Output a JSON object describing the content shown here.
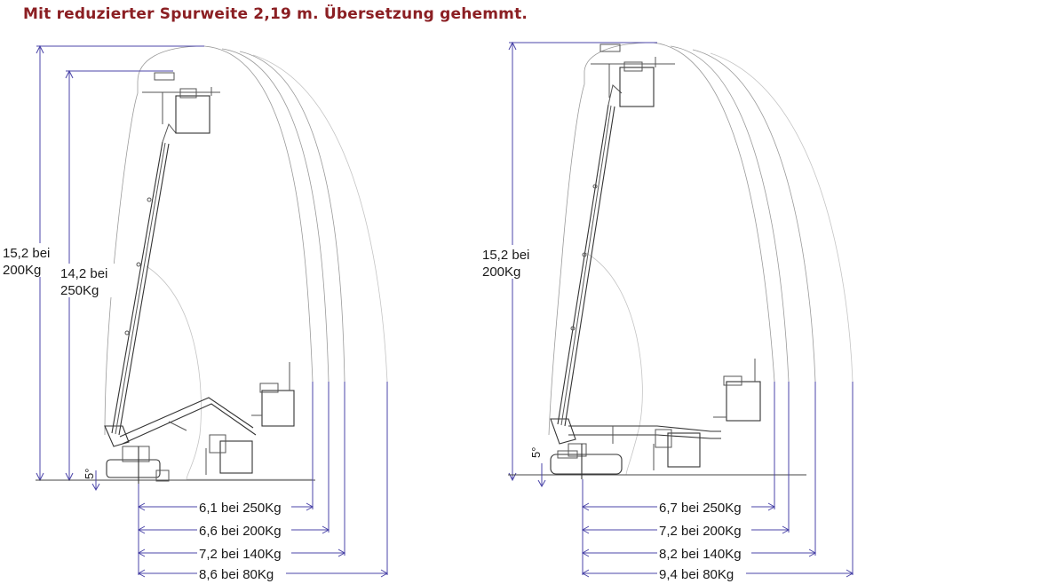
{
  "title": "Mit reduzierter Spurweite 2,19 m. Übersetzung gehemmt.",
  "left_diagram": {
    "height_labels": [
      {
        "line1": "15,2 bei",
        "line2": "200Kg"
      },
      {
        "line1": "14,2 bei",
        "line2": "250Kg"
      }
    ],
    "angle_label": "5°",
    "outreach_labels": [
      "6,1 bei 250Kg",
      "6,6 bei 200Kg",
      "7,2 bei 140Kg",
      "8,6 bei 80Kg"
    ]
  },
  "right_diagram": {
    "height_labels": [
      {
        "line1": "15,2 bei",
        "line2": "200Kg"
      }
    ],
    "angle_label": "5°",
    "outreach_labels": [
      "6,7 bei 250Kg",
      "7,2 bei 200Kg",
      "8,2 bei 140Kg",
      "9,4 bei 80Kg"
    ]
  },
  "colors": {
    "title": "#8b1f23",
    "dimension_lines": "#4b45a8",
    "envelope_lines": "#9a9a9a",
    "machine": "#444444"
  }
}
